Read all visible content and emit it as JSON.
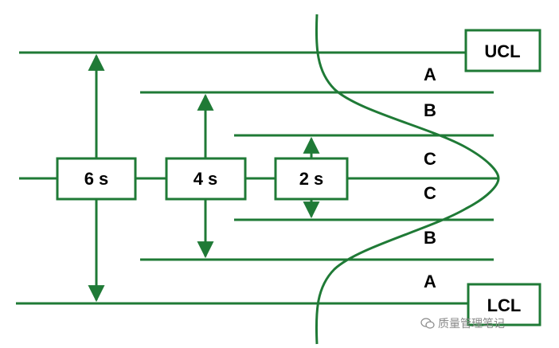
{
  "limits": {
    "upper": "UCL",
    "lower": "LCL"
  },
  "spreads": [
    "6 s",
    "4 s",
    "2 s"
  ],
  "zones": {
    "upper": [
      "A",
      "B",
      "C"
    ],
    "lower": [
      "C",
      "B",
      "A"
    ]
  },
  "colors": {
    "line": "#1f7a36",
    "box_border": "#1f7a36",
    "text": "#000000"
  },
  "watermark": {
    "icon": "wechat-icon",
    "text": "质量管理笔记"
  }
}
